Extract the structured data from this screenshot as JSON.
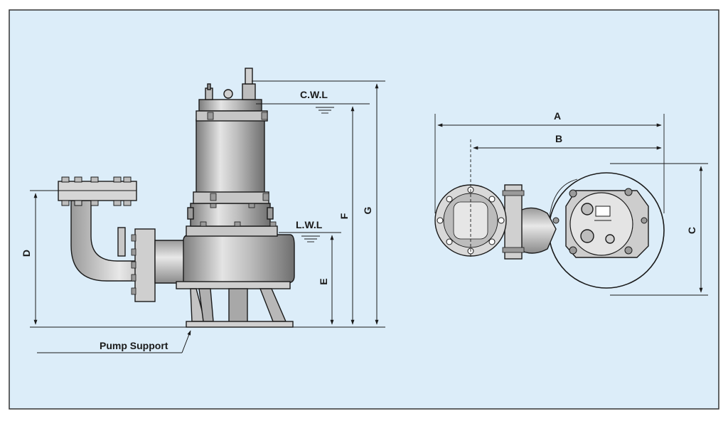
{
  "colors": {
    "background": "#dcedf9",
    "frame": "#333333",
    "outline": "#1a1a1a",
    "metal_light": "#e2e2e2",
    "metal_mid": "#bdbdbd",
    "metal_dark": "#8a8a8a"
  },
  "labels": {
    "cwl": "C.W.L",
    "lwl": "L.W.L",
    "pump_support": "Pump Support",
    "dim_a": "A",
    "dim_b": "B",
    "dim_c": "C",
    "dim_d": "D",
    "dim_e": "E",
    "dim_f": "F",
    "dim_g": "G"
  }
}
